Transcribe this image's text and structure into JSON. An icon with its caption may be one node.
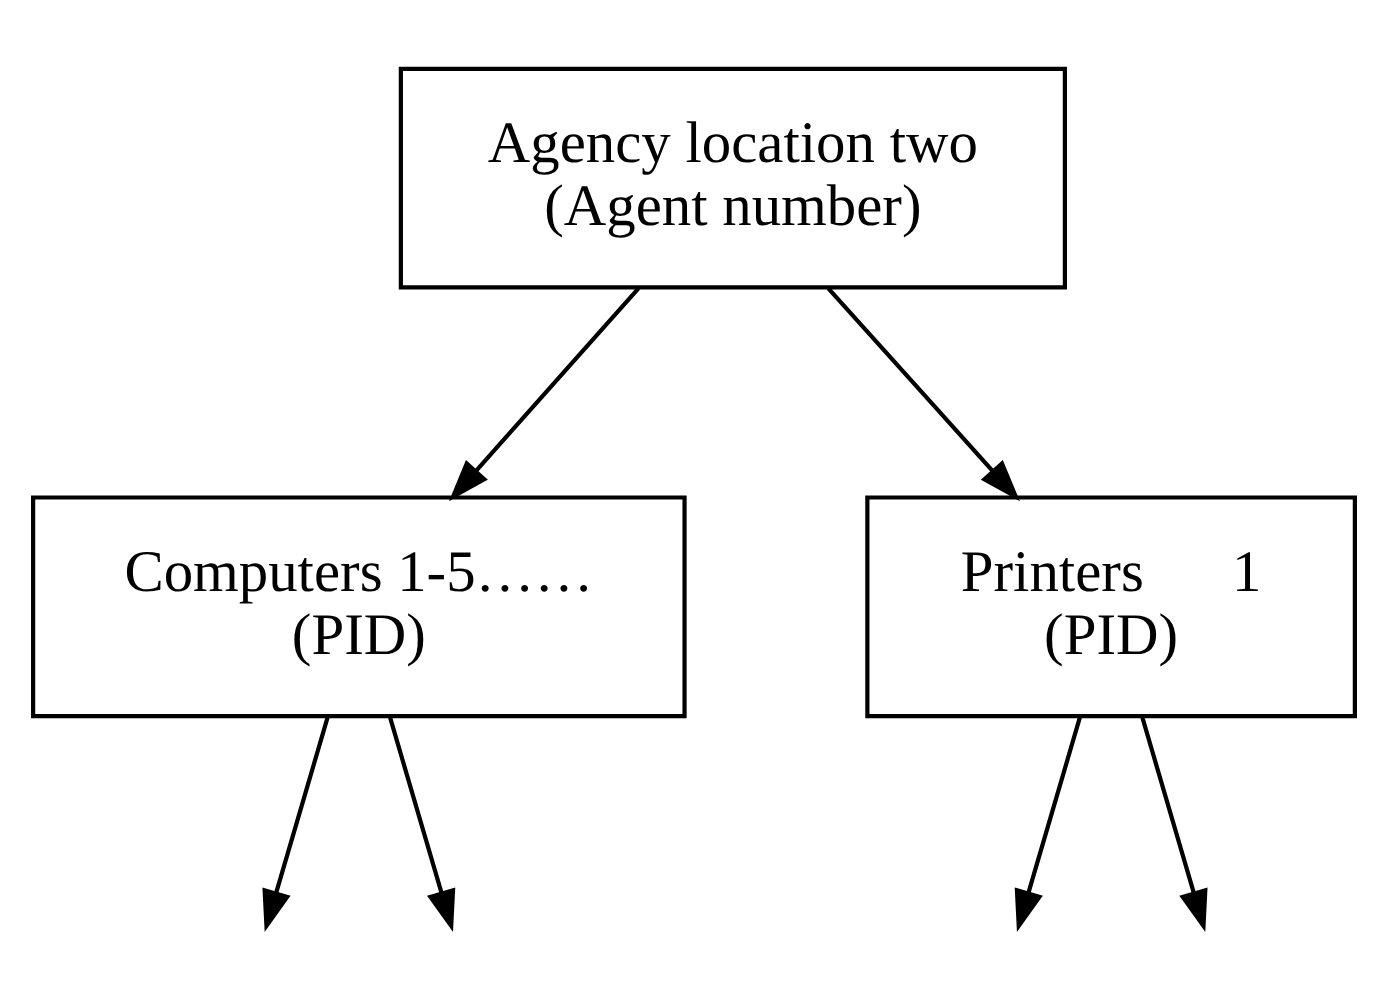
{
  "diagram": {
    "nodes": [
      {
        "text": [
          "Agency location two",
          "(Agent number)"
        ]
      },
      {
        "text": [
          "Computers 1-5……",
          "(PID)"
        ]
      },
      {
        "text": [
          "Printers      1",
          "(PID)"
        ]
      }
    ],
    "edges": [
      {
        "from": 0,
        "to": 1,
        "arrow": "to"
      },
      {
        "from": 0,
        "to": 2,
        "arrow": "to"
      },
      {
        "from": 1,
        "to": null,
        "arrow": "to"
      },
      {
        "from": 1,
        "to": null,
        "arrow": "to"
      },
      {
        "from": 2,
        "to": null,
        "arrow": "to"
      },
      {
        "from": 2,
        "to": null,
        "arrow": "to"
      }
    ]
  }
}
